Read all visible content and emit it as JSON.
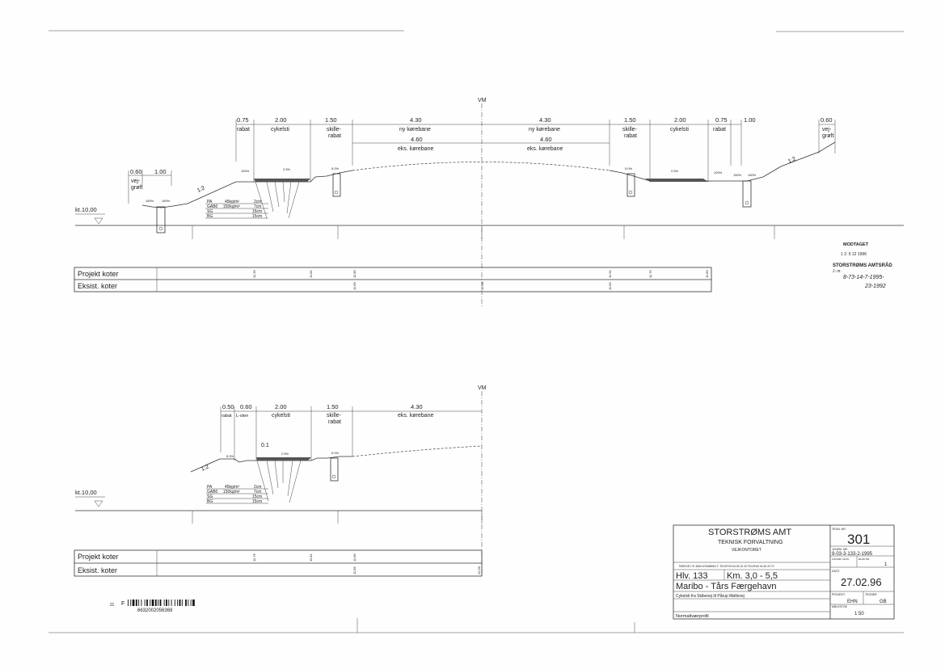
{
  "section1": {
    "vm": "VM",
    "dims_top": [
      "0.75",
      "2.00",
      "1.50",
      "4.30",
      "4.30",
      "1.50",
      "2.00",
      "0.75",
      "1.00",
      "0.60"
    ],
    "dims_left": [
      "0.60",
      "1.00"
    ],
    "labels": {
      "rabat_l": "rabat",
      "cykelsti_l": "cykelsti",
      "skille_l1": "skille-",
      "skille_l2": "rabat",
      "ny_l": "ny kørebane",
      "ny_r": "ny kørebane",
      "skille_r1": "skille-",
      "skille_r2": "rabat",
      "cykelsti_r": "cykelsti",
      "rabat_r": "rabat",
      "vejgroft_l1": "vej-",
      "vejgroft_l2": "grøft",
      "vejgroft_r1": "vej-",
      "vejgroft_r2": "grøft"
    },
    "eks_dims": [
      "4.60",
      "4.60"
    ],
    "eks_label": "eks. kørebane",
    "slopes": [
      "1:2",
      "1:2"
    ],
    "pct": [
      "100%",
      "2.5%",
      "5.0%",
      "5.0%",
      "2.5%",
      "100%",
      "150%",
      "150%",
      "150%",
      "150%"
    ],
    "layers": [
      {
        "name": "PA",
        "spec": "45kg/m²",
        "thick": "2cm"
      },
      {
        "name": "GAB0",
        "spec": "150kg/m²",
        "thick": "7cm"
      },
      {
        "name": "SG",
        "spec": "",
        "thick": "15cm"
      },
      {
        "name": "BG",
        "spec": "",
        "thick": "15cm"
      }
    ],
    "kt": "kt.10,00",
    "rows": [
      "Projekt koter",
      "Eksist. koter"
    ],
    "kote_vals": [
      "11.36",
      "11.81",
      "11.89",
      "11.89",
      "11.91",
      "11.76",
      "11.89",
      "12.06",
      "11.89"
    ]
  },
  "section2": {
    "vm": "VM",
    "dims_top": [
      "0.50",
      "0.60",
      "2.00",
      "1.50",
      "4.30"
    ],
    "labels": {
      "rabat": "rabat",
      "lsten": "L-sten",
      "cykelsti": "cykelsti",
      "skille1": "skille-",
      "skille2": "rabat",
      "eks": "eks. kørebane"
    },
    "slope": "1:2",
    "slope2": "0.1",
    "pct": [
      "5.0%",
      "2.5%",
      "5.0%"
    ],
    "layers": [
      {
        "name": "PA",
        "spec": "45kg/m²",
        "thick": "2cm"
      },
      {
        "name": "GAB0",
        "spec": "150kg/m²",
        "thick": "7cm"
      },
      {
        "name": "SG",
        "spec": "",
        "thick": "15cm"
      },
      {
        "name": "BG",
        "spec": "",
        "thick": "15cm"
      }
    ],
    "kt": "kt.10,00",
    "rows": [
      "Projekt koter",
      "Eksist. koter"
    ],
    "kote_vals": [
      "11.76",
      "11.81",
      "11.89",
      "11.89",
      "12.00"
    ]
  },
  "stamp": {
    "title": "MODTAGET",
    "date": "1 2. 5 12 1996",
    "org": "STORSTRØMS AMTSRÅD",
    "jnr": "J. nr.",
    "ref1": "8-73-14-7-1995-",
    "ref2": "23-1992"
  },
  "title_block": {
    "org1": "STORSTRØMS AMT",
    "org2": "TEKNISK FORVALTNING",
    "org3": "VEJKONTORET",
    "address": "PARKVEJ 37 4800 NYKØBING F. TELEFON 54 82 32 00 TELEFAX 54 82 23 70",
    "tegn_label": "TEGN. NR.",
    "tegn_no": "301",
    "journal_label": "JOURN. NR.",
    "journal_no": "9-03-3-133-2-1995",
    "small_label1": "AJOURF. DATO",
    "small_label2": "BLAD NR.",
    "blad": "1",
    "hlv": "Hlv. 133",
    "km": "Km. 3,0 - 5,5",
    "road": "Maribo - Tårs Færgehavn",
    "desc": "Cykelsti fra Skibevej til Pårup Møllevej",
    "dato_label": "DATO",
    "dato": "27.02.96",
    "proj_label": "PROJEKT.",
    "proj": "EHN",
    "tegner_label": "TEGNER",
    "tegner": "GB",
    "maal_label": "MÅLESTOK",
    "maal": "1:50",
    "type": "Normaltværprofil"
  },
  "barcode": {
    "prefix": "F",
    "number": "6632002056369"
  }
}
